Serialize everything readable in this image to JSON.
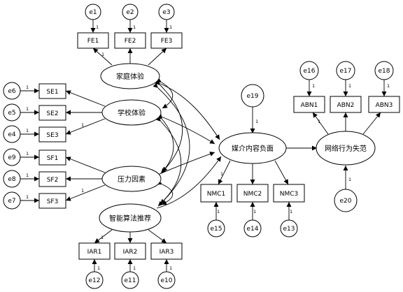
{
  "latents": {
    "family": "家庭体验",
    "school": "学校体验",
    "pressure": "压力因素",
    "algorithm": "智能算法推荐",
    "media": "媒介内容负面",
    "network": "网络行为失范"
  },
  "observed": {
    "fe1": "FE1",
    "fe2": "FE2",
    "fe3": "FE3",
    "se1": "SE1",
    "se2": "SE2",
    "se3": "SE3",
    "sf1": "SF1",
    "sf2": "SF2",
    "sf3": "SF3",
    "iar1": "IAR1",
    "iar2": "IAR2",
    "iar3": "IAR3",
    "nmc1": "NMC1",
    "nmc2": "NMC2",
    "nmc3": "NMC3",
    "abn1": "ABN1",
    "abn2": "ABN2",
    "abn3": "ABN3"
  },
  "errors": {
    "e1": "e1",
    "e2": "e2",
    "e3": "e3",
    "e4": "e4",
    "e5": "e5",
    "e6": "e6",
    "e7": "e7",
    "e8": "e8",
    "e9": "e9",
    "e10": "e10",
    "e11": "e11",
    "e12": "e12",
    "e13": "e13",
    "e14": "e14",
    "e15": "e15",
    "e16": "e16",
    "e17": "e17",
    "e18": "e18",
    "e19": "e19",
    "e20": "e20"
  },
  "fixed_loading": "1"
}
